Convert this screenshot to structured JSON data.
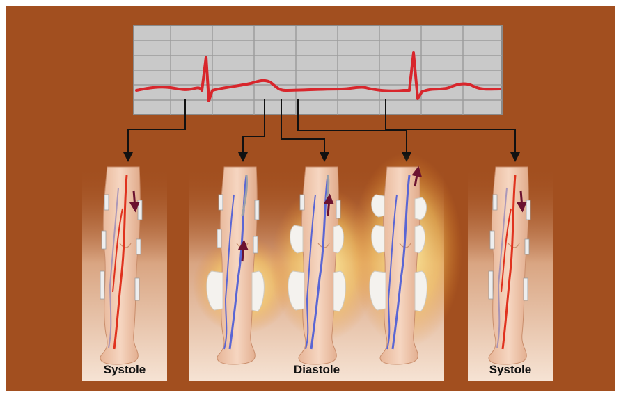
{
  "labels": {
    "systole_left": "Systole",
    "diastole": "Diastole",
    "systole_right": "Systole"
  },
  "colors": {
    "background": "#a24f1f",
    "monitor_bg": "#c9c9c9",
    "ecg_trace": "#d8262c",
    "artery": "#e0321e",
    "vein": "#5a66d4",
    "cuff": "#f4f2ee",
    "arrow_flow": "#6b1230"
  },
  "panels": [
    {
      "phase": "systole",
      "cuffs_inflated": false,
      "flow": "arterial"
    },
    {
      "phase": "diastole",
      "cuffs_inflated": [
        "calf"
      ],
      "flow": "venous"
    },
    {
      "phase": "diastole",
      "cuffs_inflated": [
        "calf",
        "knee"
      ],
      "flow": "venous"
    },
    {
      "phase": "diastole",
      "cuffs_inflated": [
        "calf",
        "knee",
        "thigh"
      ],
      "flow": "venous"
    },
    {
      "phase": "systole",
      "cuffs_inflated": false,
      "flow": "arterial"
    }
  ]
}
